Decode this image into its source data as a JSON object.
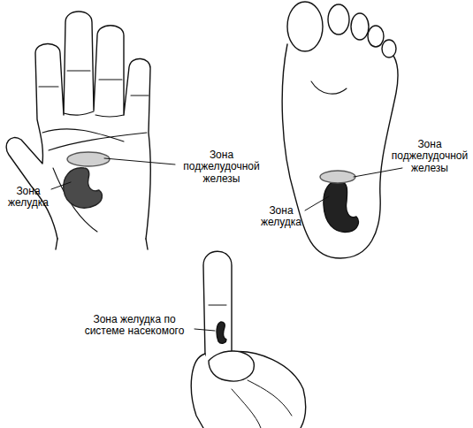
{
  "diagram": {
    "labels": [
      "Зона поджелудочной железы",
      "Зона желудка",
      "Зона поджелудочной железы",
      "Зона желудка",
      "Зона желудка по системе насекомого"
    ]
  }
}
